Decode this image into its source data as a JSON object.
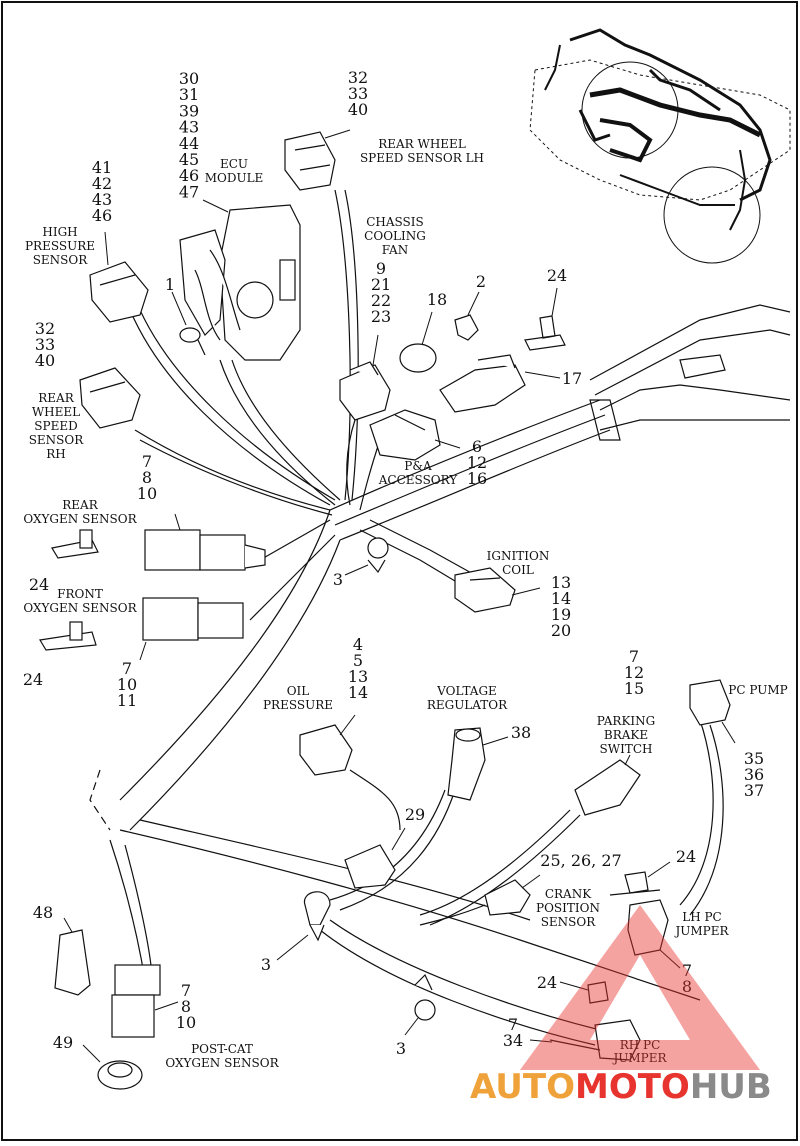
{
  "labels": [
    {
      "id": "ecu-module",
      "lines": [
        "ECU",
        "MODULE"
      ]
    },
    {
      "id": "rear-wheel-speed-sensor-lh",
      "lines": [
        "REAR WHEEL",
        "SPEED SENSOR LH"
      ]
    },
    {
      "id": "chassis-cooling-fan",
      "lines": [
        "CHASSIS",
        "COOLING",
        "FAN"
      ]
    },
    {
      "id": "high-pressure-sensor",
      "lines": [
        "HIGH",
        "PRESSURE",
        "SENSOR"
      ]
    },
    {
      "id": "rear-wheel-speed-sensor-rh",
      "lines": [
        "REAR",
        "WHEEL",
        "SPEED",
        "SENSOR",
        "RH"
      ]
    },
    {
      "id": "pa-accessory",
      "lines": [
        "P&A",
        "ACCESSORY"
      ]
    },
    {
      "id": "rear-oxygen-sensor",
      "lines": [
        "REAR",
        "OXYGEN SENSOR"
      ]
    },
    {
      "id": "ignition-coil",
      "lines": [
        "IGNITION",
        "COIL"
      ]
    },
    {
      "id": "front-oxygen-sensor",
      "lines": [
        "FRONT",
        "OXYGEN SENSOR"
      ]
    },
    {
      "id": "oil-pressure",
      "lines": [
        "OIL",
        "PRESSURE"
      ]
    },
    {
      "id": "voltage-regulator",
      "lines": [
        "VOLTAGE",
        "REGULATOR"
      ]
    },
    {
      "id": "parking-brake-switch",
      "lines": [
        "PARKING",
        "BRAKE",
        "SWITCH"
      ]
    },
    {
      "id": "pc-pump",
      "lines": [
        "PC PUMP"
      ]
    },
    {
      "id": "crank-position-sensor",
      "lines": [
        "CRANK",
        "POSITION",
        "SENSOR"
      ]
    },
    {
      "id": "lh-pc-jumper",
      "lines": [
        "LH PC",
        "JUMPER"
      ]
    },
    {
      "id": "rh-pc-jumper",
      "lines": [
        "RH PC",
        "JUMPER"
      ]
    },
    {
      "id": "post-cat-oxygen-sensor",
      "lines": [
        "POST-CAT",
        "OXYGEN SENSOR"
      ]
    }
  ],
  "callouts": [
    {
      "id": "ecu-parts",
      "lines": [
        "30",
        "31",
        "39",
        "43",
        "44",
        "45",
        "46",
        "47"
      ]
    },
    {
      "id": "rws-lh-parts",
      "lines": [
        "32",
        "33",
        "40"
      ]
    },
    {
      "id": "hps-parts",
      "lines": [
        "41",
        "42",
        "43",
        "46"
      ]
    },
    {
      "id": "fan-parts",
      "lines": [
        "9",
        "21",
        "22",
        "23"
      ]
    },
    {
      "id": "part-1",
      "lines": [
        "1"
      ]
    },
    {
      "id": "part-2",
      "lines": [
        "2"
      ]
    },
    {
      "id": "part-18",
      "lines": [
        "18"
      ]
    },
    {
      "id": "part-24-top",
      "lines": [
        "24"
      ]
    },
    {
      "id": "part-17",
      "lines": [
        "17"
      ]
    },
    {
      "id": "rws-rh-parts",
      "lines": [
        "32",
        "33",
        "40"
      ]
    },
    {
      "id": "pa-parts",
      "lines": [
        "6",
        "12",
        "16"
      ]
    },
    {
      "id": "rear-o2-parts",
      "lines": [
        "7",
        "8",
        "10"
      ]
    },
    {
      "id": "part-24-rear-o2",
      "lines": [
        "24"
      ]
    },
    {
      "id": "part-3-upper",
      "lines": [
        "3"
      ]
    },
    {
      "id": "coil-parts",
      "lines": [
        "13",
        "14",
        "19",
        "20"
      ]
    },
    {
      "id": "part-24-front-o2",
      "lines": [
        "24"
      ]
    },
    {
      "id": "front-o2-parts",
      "lines": [
        "7",
        "10",
        "11"
      ]
    },
    {
      "id": "oil-parts",
      "lines": [
        "4",
        "5",
        "13",
        "14"
      ]
    },
    {
      "id": "part-38",
      "lines": [
        "38"
      ]
    },
    {
      "id": "brake-parts",
      "lines": [
        "7",
        "12",
        "15"
      ]
    },
    {
      "id": "pump-parts",
      "lines": [
        "35",
        "36",
        "37"
      ]
    },
    {
      "id": "part-29",
      "lines": [
        "29"
      ]
    },
    {
      "id": "crank-parts",
      "lines": [
        "25, 26, 27"
      ]
    },
    {
      "id": "part-24-crank",
      "lines": [
        "24"
      ]
    },
    {
      "id": "part-48",
      "lines": [
        "48"
      ]
    },
    {
      "id": "part-3-lower-left",
      "lines": [
        "3"
      ]
    },
    {
      "id": "lh-jumper-parts",
      "lines": [
        "7",
        "8"
      ]
    },
    {
      "id": "part-24-lower",
      "lines": [
        "24"
      ]
    },
    {
      "id": "postcat-parts",
      "lines": [
        "7",
        "8",
        "10"
      ]
    },
    {
      "id": "part-3-bottom",
      "lines": [
        "3"
      ]
    },
    {
      "id": "rh-jumper-parts",
      "lines": [
        "7",
        "34"
      ]
    },
    {
      "id": "part-49",
      "lines": [
        "49"
      ]
    }
  ],
  "watermark": {
    "part1": "AUTO",
    "part2": "MOTO",
    "part3": "HUB",
    "colors": {
      "orange": "#f0a23a",
      "red": "#e8342e",
      "gray": "#8a8a8a"
    }
  },
  "colors": {
    "line": "#111111",
    "paper": "#ffffff"
  }
}
